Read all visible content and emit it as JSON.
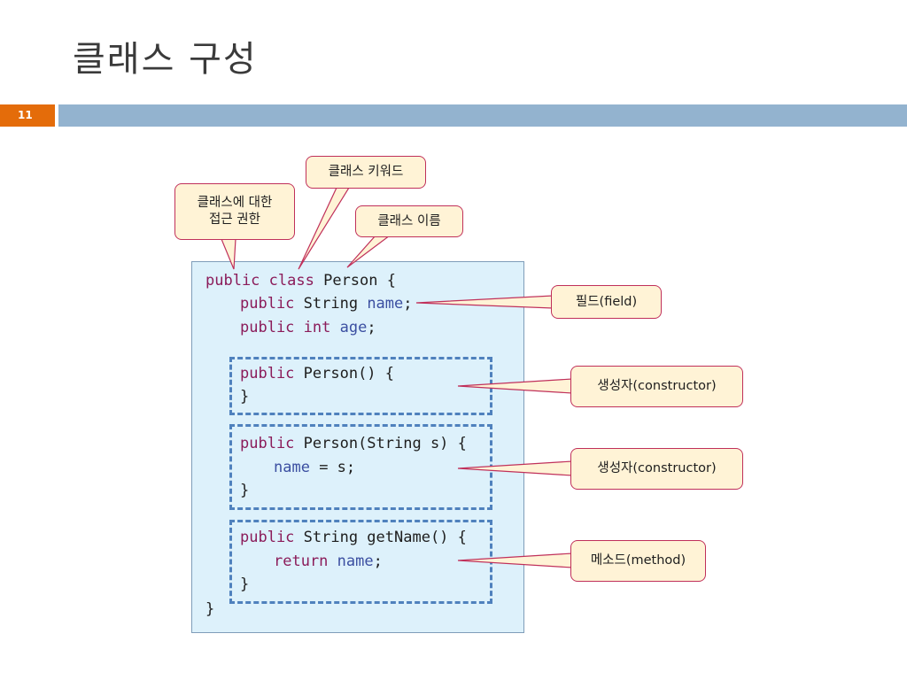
{
  "title": "클래스 구성",
  "page_number": "11",
  "code": {
    "line1": {
      "kw1": "public",
      "kw2": "class",
      "rest": " Person {"
    },
    "line2": {
      "kw": "public",
      "type": " String ",
      "id": "name",
      "end": ";"
    },
    "line3": {
      "kw": "public",
      "type": " int ",
      "id": "age",
      "end": ";"
    },
    "ctor1": {
      "kw": "public",
      "sig": " Person() {",
      "close": "}"
    },
    "ctor2": {
      "kw": "public",
      "sig": " Person(String s) {",
      "body_id": "name",
      "body_rest": " = s;",
      "close": "}"
    },
    "method": {
      "kw": "public",
      "sig": " String getName() {",
      "body_kw": "return",
      "body_id": " name",
      "body_end": ";",
      "close": "}"
    },
    "class_close": "}"
  },
  "callouts": {
    "access": "클래스에 대한\n접근 권한",
    "class_keyword": "클래스 키워드",
    "class_name": "클래스 이름",
    "field": "필드(field)",
    "constructor1": "생성자(constructor)",
    "constructor2": "생성자(constructor)",
    "method": "메소드(method)"
  },
  "colors": {
    "accent_orange": "#e46c0a",
    "header_blue": "#93b3cf",
    "code_bg": "#ddf1fb",
    "keyword": "#8b1c5a",
    "identifier": "#3b4fa1",
    "callout_bg": "#fff3d6",
    "callout_border": "#c0305a"
  }
}
